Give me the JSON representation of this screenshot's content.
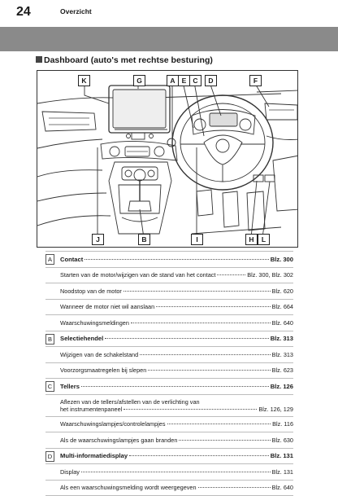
{
  "header": {
    "page_number": "24",
    "running_title": "Overzicht"
  },
  "section": {
    "title": "Dashboard (auto's met rechtse besturing)"
  },
  "figure": {
    "callouts_top": [
      "K",
      "G",
      "A",
      "E",
      "C",
      "D",
      "F"
    ],
    "callouts_bottom": [
      "J",
      "B",
      "I",
      "H",
      "L"
    ]
  },
  "entries": [
    {
      "letter": "A",
      "title": "Contact",
      "pages": "Blz. 300",
      "items": [
        {
          "label": "Starten van de motor/wijzigen van de stand van het contact",
          "pages": "Blz. 300, Blz. 302"
        },
        {
          "label": "Noodstop van de motor",
          "pages": "Blz. 620"
        },
        {
          "label": "Wanneer de motor niet wil aanslaan",
          "pages": "Blz. 664"
        },
        {
          "label": "Waarschuwingsmeldingen",
          "pages": "Blz. 640"
        }
      ]
    },
    {
      "letter": "B",
      "title": "Selectiehendel",
      "pages": "Blz. 313",
      "items": [
        {
          "label": "Wijzigen van de schakelstand",
          "pages": "Blz. 313"
        },
        {
          "label": "Voorzorgsmaatregelen bij slepen",
          "pages": "Blz. 623"
        }
      ]
    },
    {
      "letter": "C",
      "title": "Tellers",
      "pages": "Blz. 126",
      "items": [
        {
          "label_line1": "Aflezen van de tellers/afstellen van de verlichting van",
          "label": "het instrumentenpaneel",
          "pages": "Blz. 126, 129"
        },
        {
          "label": "Waarschuwingslampjes/controlelampjes",
          "pages": "Blz. 116"
        },
        {
          "label": "Als de waarschuwingslampjes gaan branden",
          "pages": "Blz. 630"
        }
      ]
    },
    {
      "letter": "D",
      "title": "Multi-informatiedisplay",
      "pages": "Blz. 131",
      "items": [
        {
          "label": "Display",
          "pages": "Blz. 131"
        },
        {
          "label": "Als een waarschuwingsmelding wordt weergegeven",
          "pages": "Blz. 640"
        }
      ]
    }
  ]
}
